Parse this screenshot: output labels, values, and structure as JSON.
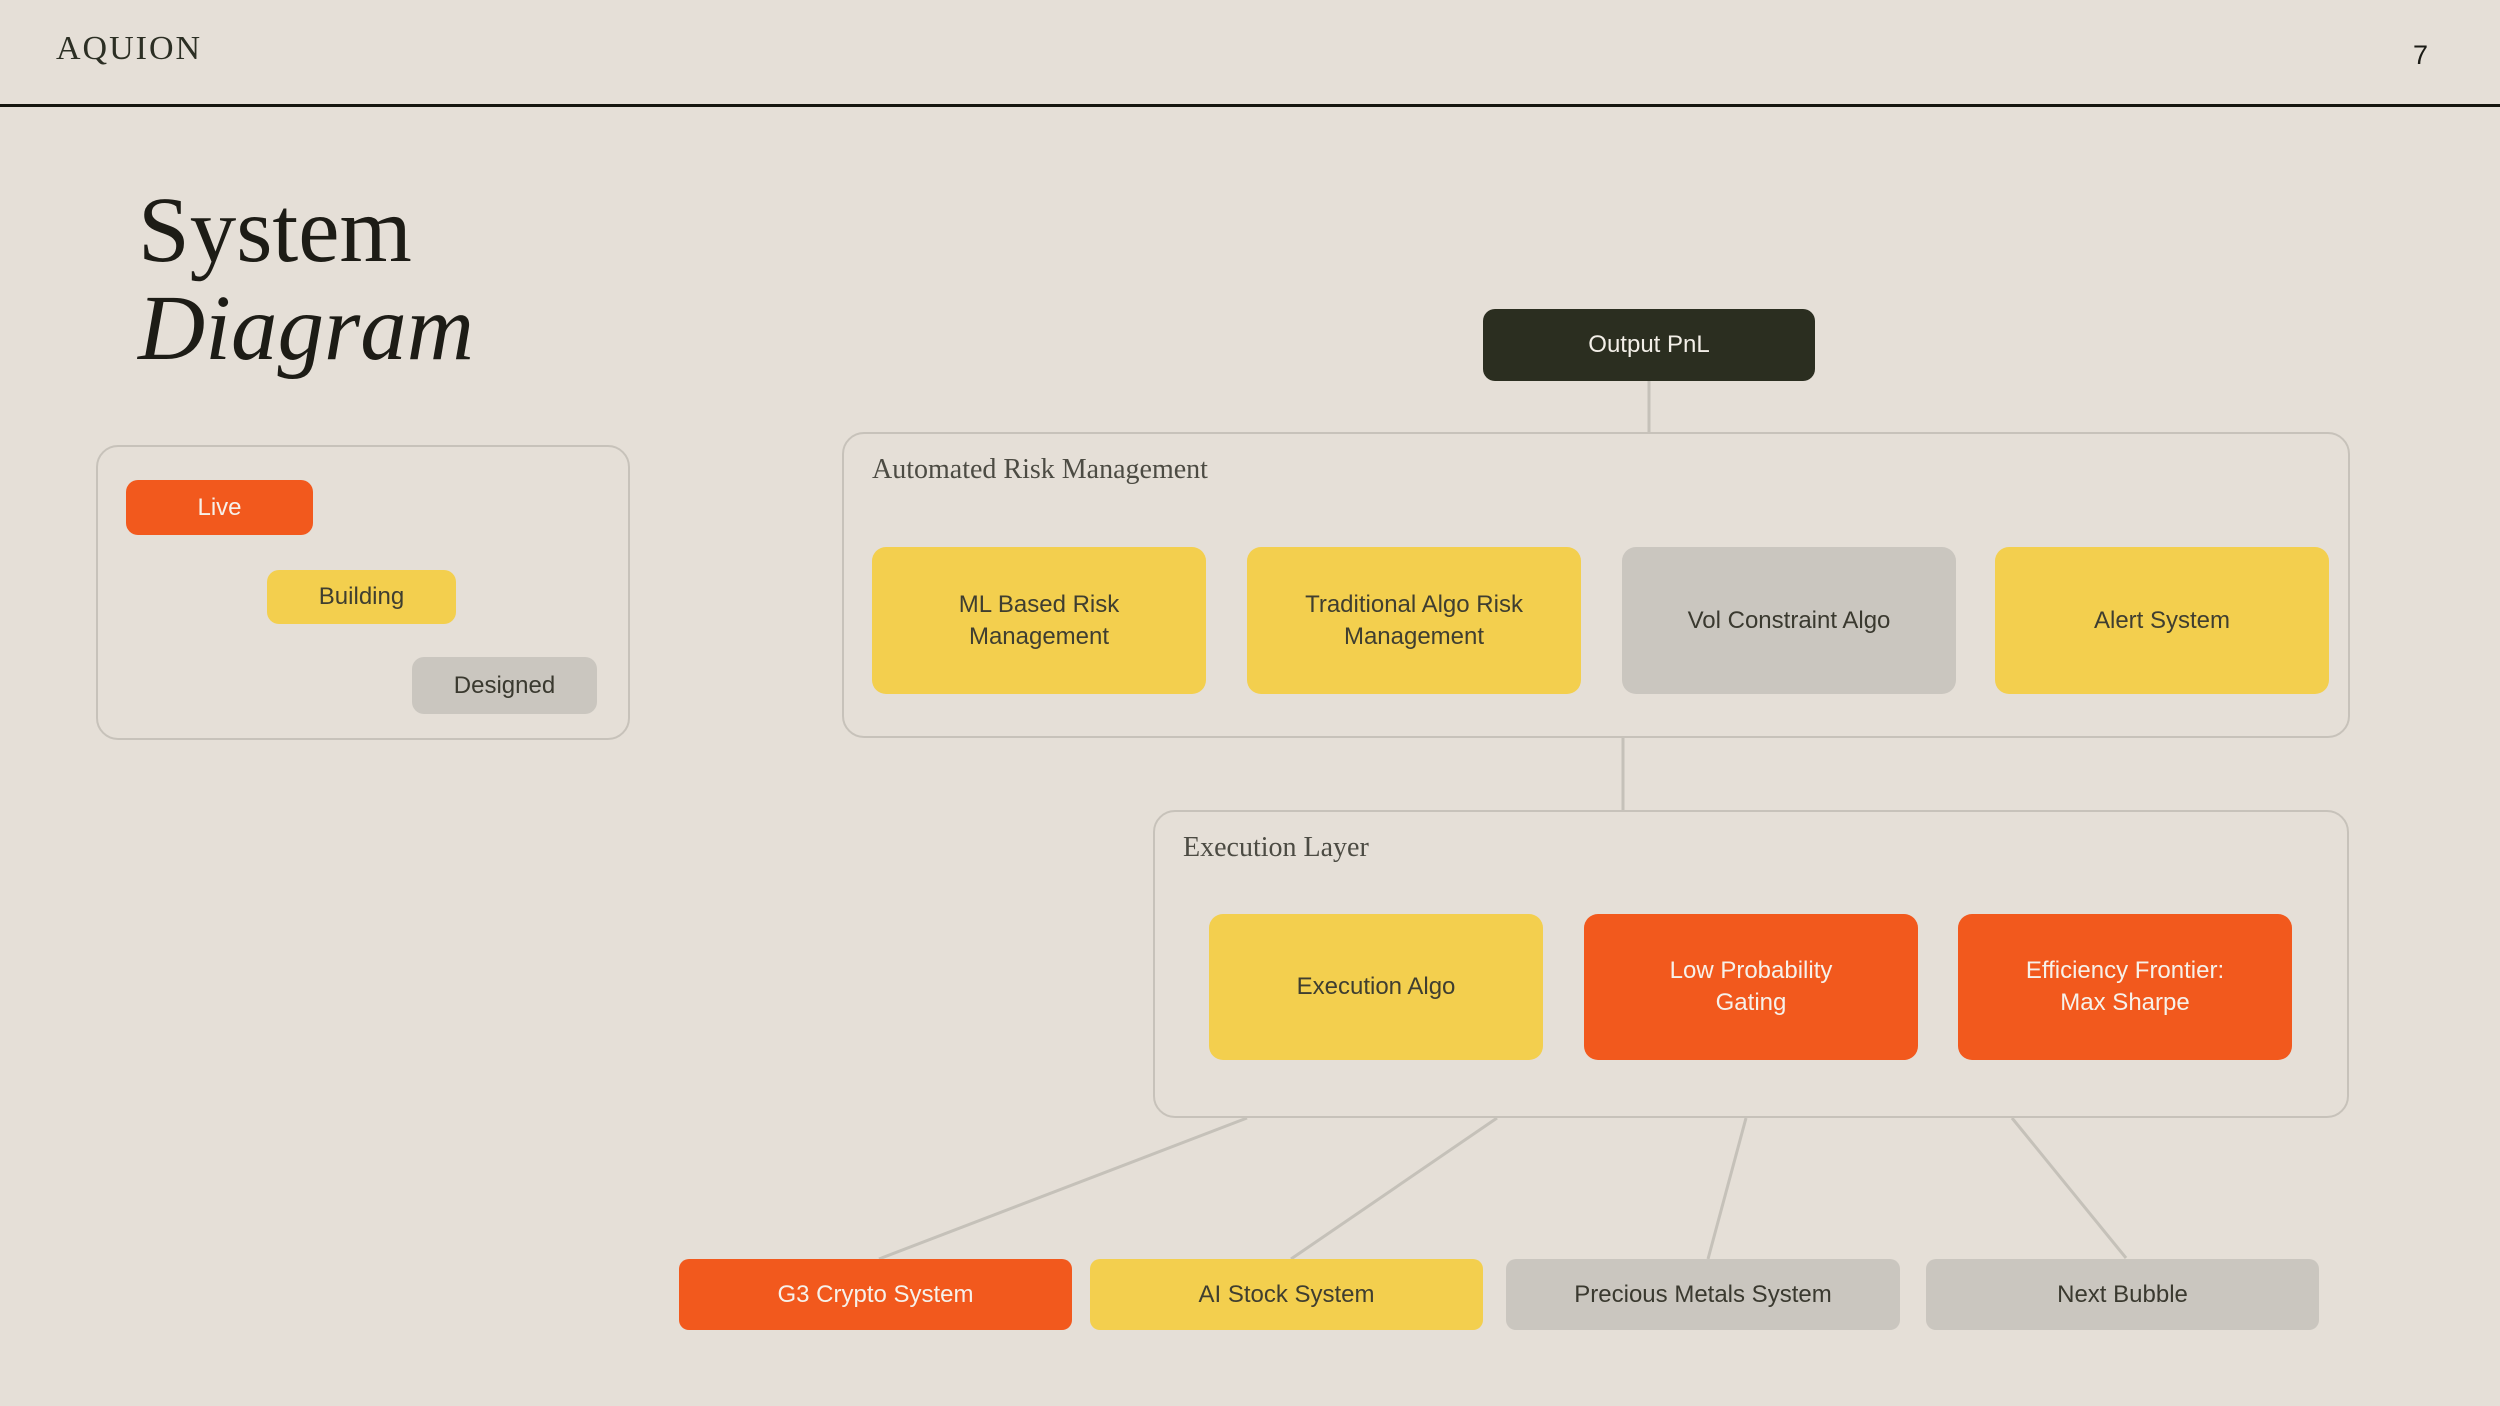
{
  "page": {
    "brand": "AQUION",
    "page_number": "7",
    "title_line1": "System",
    "title_line2": "Diagram"
  },
  "colors": {
    "background": "#e5dfd7",
    "live_orange": "#f2591d",
    "building_yellow": "#f3cf4e",
    "designed_gray": "#cac6bf",
    "output_dark": "#2b2e20",
    "container_border": "#c7c2ba",
    "connector_line": "#c5c1b9",
    "header_rule": "#15150f"
  },
  "legend": {
    "items": [
      {
        "label": "Live",
        "status": "live"
      },
      {
        "label": "Building",
        "status": "building"
      },
      {
        "label": "Designed",
        "status": "designed"
      }
    ]
  },
  "output_node": {
    "label": "Output PnL",
    "status": "output"
  },
  "groups": [
    {
      "title": "Automated Risk Management",
      "nodes": [
        {
          "label": "ML Based Risk Management",
          "lines": [
            "ML Based Risk",
            "Management"
          ],
          "status": "building"
        },
        {
          "label": "Traditional Algo Risk Management",
          "lines": [
            "Traditional Algo Risk",
            "Management"
          ],
          "status": "building"
        },
        {
          "label": "Vol Constraint Algo",
          "lines": [
            "Vol Constraint Algo"
          ],
          "status": "designed"
        },
        {
          "label": "Alert System",
          "lines": [
            "Alert System"
          ],
          "status": "building"
        }
      ]
    },
    {
      "title": "Execution Layer",
      "nodes": [
        {
          "label": "Execution Algo",
          "lines": [
            "Execution Algo"
          ],
          "status": "building"
        },
        {
          "label": "Low Probability Gating",
          "lines": [
            "Low Probability",
            "Gating"
          ],
          "status": "live"
        },
        {
          "label": "Efficiency Frontier: Max Sharpe",
          "lines": [
            "Efficiency Frontier:",
            "Max Sharpe"
          ],
          "status": "live"
        }
      ]
    }
  ],
  "systems": [
    {
      "label": "G3 Crypto System",
      "status": "live"
    },
    {
      "label": "AI Stock System",
      "status": "building"
    },
    {
      "label": "Precious Metals System",
      "status": "designed"
    },
    {
      "label": "Next Bubble",
      "status": "designed"
    }
  ]
}
